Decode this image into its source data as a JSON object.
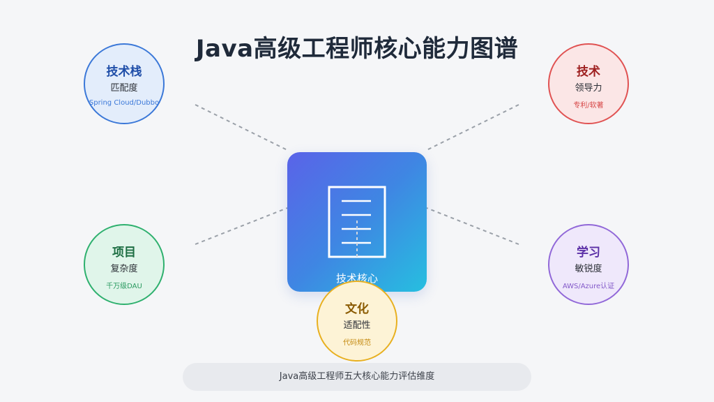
{
  "title": "Java高级工程师核心能力图谱",
  "center": {
    "label": "技术核心",
    "icon": "document-icon"
  },
  "nodes": [
    {
      "id": "tech-stack",
      "heading": "技术栈",
      "sub": "匹配度",
      "detail": "Spring Cloud/Dubbo",
      "accent": "#3b78d8",
      "fill": "#e3edfb",
      "headcolor": "#1f4ea8",
      "detailcolor": "#3b78d8"
    },
    {
      "id": "tech-leadership",
      "heading": "技术",
      "sub": "领导力",
      "detail": "专利/软著",
      "accent": "#e05252",
      "fill": "#fbe6e6",
      "headcolor": "#9e1f1f",
      "detailcolor": "#d64545"
    },
    {
      "id": "project",
      "heading": "项目",
      "sub": "复杂度",
      "detail": "千万级DAU",
      "accent": "#2eb06e",
      "fill": "#e0f5ea",
      "headcolor": "#1d6e43",
      "detailcolor": "#2a9a60"
    },
    {
      "id": "learning",
      "heading": "学习",
      "sub": "敏锐度",
      "detail": "AWS/Azure认证",
      "accent": "#9168d8",
      "fill": "#efe8fb",
      "headcolor": "#5b2fa6",
      "detailcolor": "#8359c9"
    },
    {
      "id": "culture",
      "heading": "文化",
      "sub": "适配性",
      "detail": "代码规范",
      "accent": "#e8b020",
      "fill": "#fdf3d6",
      "headcolor": "#8a5a00",
      "detailcolor": "#c48a10"
    }
  ],
  "footer": "Java高级工程师五大核心能力评估维度"
}
